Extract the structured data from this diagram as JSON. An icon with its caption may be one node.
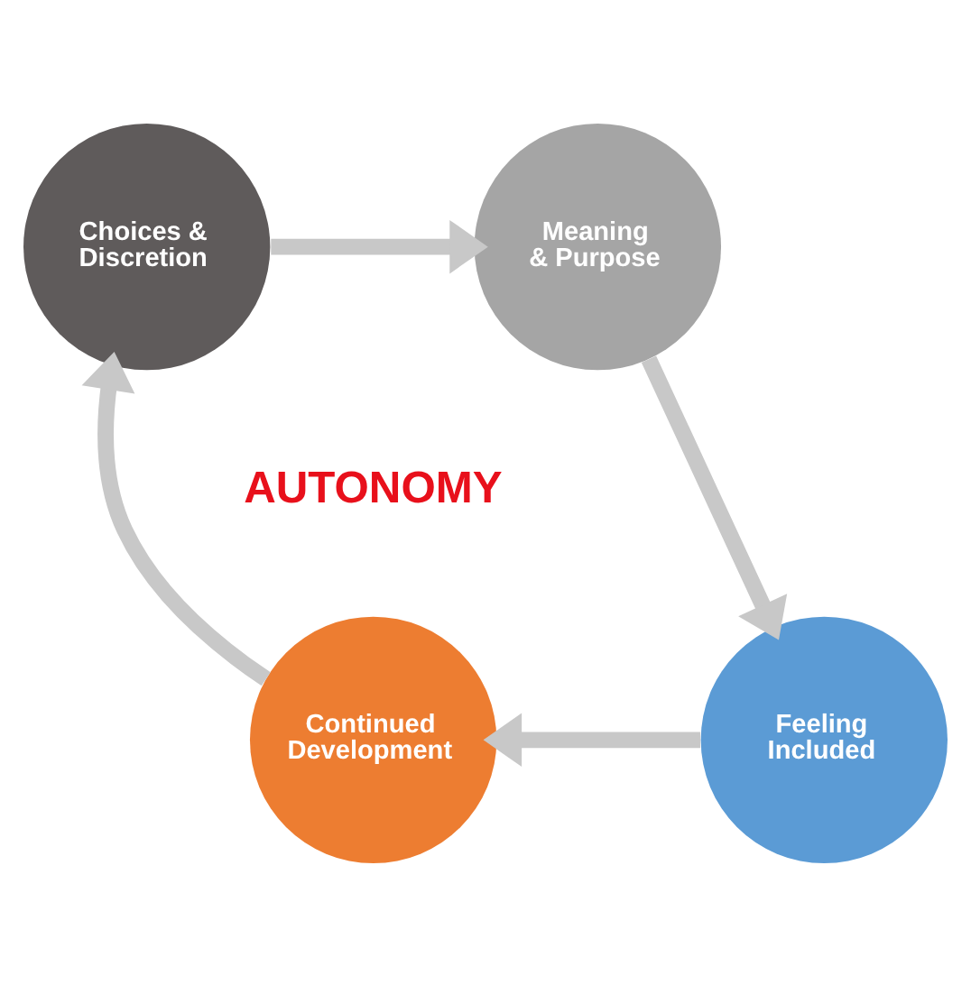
{
  "diagram": {
    "nodes": [
      {
        "text": [
          "Choices & Discretion"
        ]
      },
      {
        "text": [
          "Meaning & Purpose"
        ]
      },
      {
        "text": [
          "Feeling Included"
        ]
      },
      {
        "text": [
          "Continued Development"
        ]
      }
    ],
    "edges": [
      {
        "from": 0,
        "to": 1,
        "arrow": "to"
      },
      {
        "from": 1,
        "to": 2,
        "arrow": "to"
      },
      {
        "from": 2,
        "to": 3,
        "arrow": "to"
      },
      {
        "from": 3,
        "to": 0,
        "arrow": "to"
      }
    ],
    "labels": [
      "AUTONOMY"
    ]
  }
}
